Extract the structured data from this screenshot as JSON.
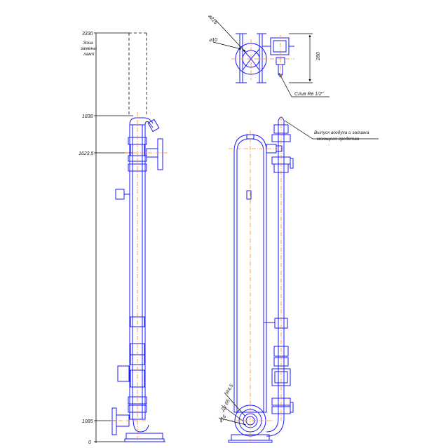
{
  "levels": {
    "top": "3330",
    "zone_caption": [
      "Зона",
      "замены",
      "ламп"
    ],
    "l1838": "1838",
    "l1623": "1623,5",
    "l1085": "1085",
    "zero": "0"
  },
  "top_view": {
    "d216": "⌀216",
    "d10": "⌀10",
    "h280": "280",
    "drain": "Слив Rв 1/2\""
  },
  "side_view": {
    "vent_note": [
      "Выпуск воздуха и заливка",
      "моющего средства"
    ],
    "r45": "R4,5",
    "du65": "Ду 65",
    "d16": "⌀16"
  },
  "colors": {
    "outline": "#1a1aff",
    "centerline": "#ff8a1a",
    "dimension": "#000000"
  }
}
